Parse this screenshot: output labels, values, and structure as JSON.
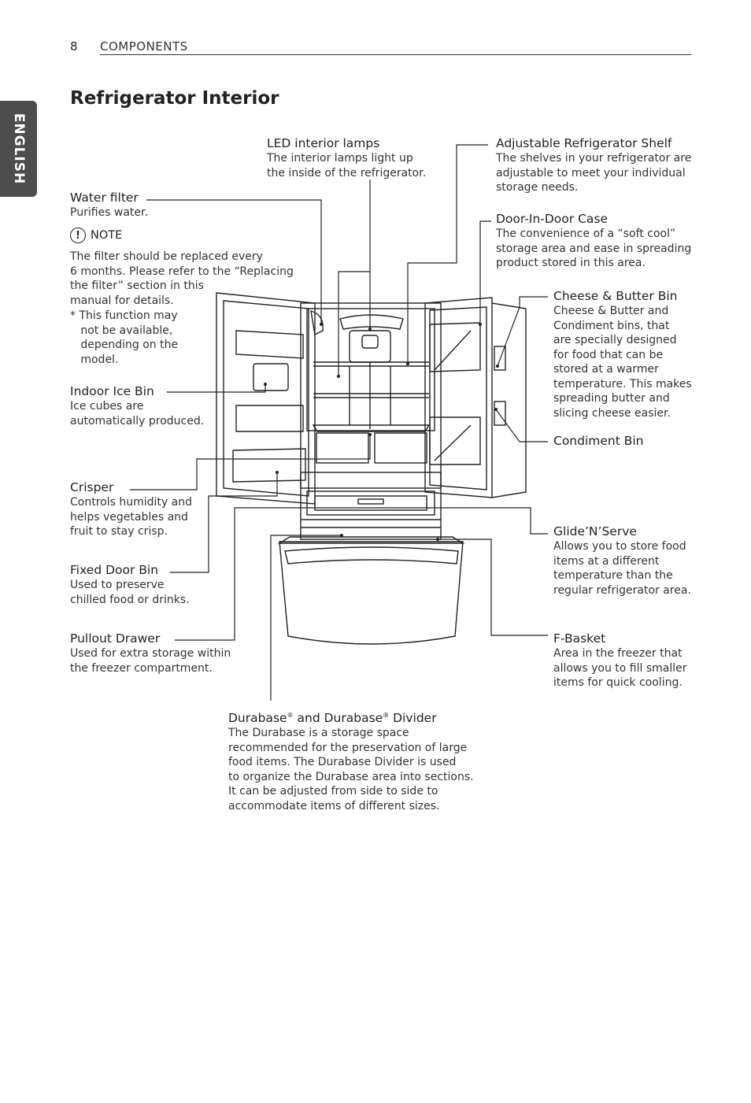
{
  "header": {
    "page_number": "8",
    "section": "COMPONENTS",
    "side_tab": "ENGLISH"
  },
  "title": "Refrigerator Interior",
  "callouts": {
    "led": {
      "label": "LED interior lamps",
      "desc": "The interior lamps light up\nthe inside of the refrigerator."
    },
    "shelf": {
      "label": "Adjustable Refrigerator Shelf",
      "desc": "The shelves in your refrigerator are\nadjustable to meet your individual\nstorage needs."
    },
    "water": {
      "label": "Water filter",
      "desc": "Purifies water."
    },
    "note": {
      "label": "NOTE",
      "icon": "exclamation-icon",
      "text": "The filter should be replaced every\n6 months. Please refer to the “Replacing\nthe filter” section in this\nmanual for details.",
      "bullet": "* This function may\n   not be available,\n   depending on the\n   model."
    },
    "did": {
      "label": "Door-In-Door Case",
      "desc": "The convenience of a “soft cool”\nstorage area and ease in spreading\nproduct stored in this area."
    },
    "cheese": {
      "label": "Cheese & Butter Bin",
      "desc": "Cheese & Butter and\nCondiment bins, that\nare specially designed\nfor food that can be\nstored at a warmer\ntemperature. This makes\nspreading butter and\nslicing cheese easier."
    },
    "ice": {
      "label": "Indoor Ice Bin",
      "desc": "Ice cubes are\nautomatically produced."
    },
    "condiment": {
      "label": "Condiment Bin"
    },
    "crisper": {
      "label": "Crisper",
      "desc": "Controls humidity and\nhelps vegetables and\nfruit to stay crisp."
    },
    "glide": {
      "label": "Glide’N’Serve",
      "desc": "Allows you to store food\nitems at a different\ntemperature than the\nregular refrigerator area."
    },
    "fixed": {
      "label": "Fixed Door Bin",
      "desc": "Used to preserve\nchilled food or drinks."
    },
    "pullout": {
      "label": "Pullout Drawer",
      "desc": "Used for extra storage within\nthe freezer compartment."
    },
    "fbasket": {
      "label": "F-Basket",
      "desc": "Area in the freezer that\nallows you to fill smaller\nitems for quick cooling."
    },
    "durabase": {
      "label_a": "Durabase",
      "reg": "®",
      "label_b": " and Durabase",
      "label_c": " Divider",
      "desc": "The Durabase is a storage space\nrecommended for the preservation of large\nfood items. The Durabase Divider is used\nto organize the Durabase area into sections.\nIt can be adjusted from side to side to\naccommodate items of different sizes."
    }
  },
  "colors": {
    "text": "#222222",
    "tab_background": "#4d4d4d",
    "line": "#222222"
  }
}
